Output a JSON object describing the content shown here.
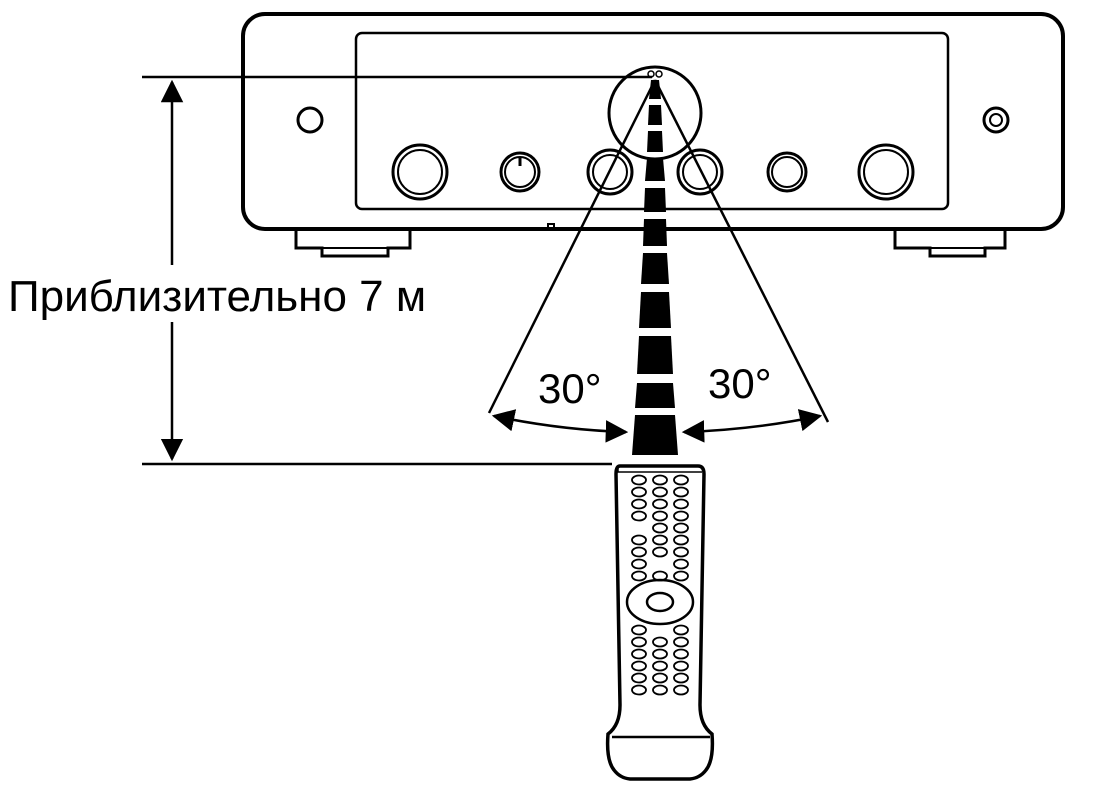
{
  "distance_label": "Приблизительно 7 м",
  "angle_left_label": "30°",
  "angle_right_label": "30°",
  "colors": {
    "line": "#000000",
    "background": "#ffffff"
  }
}
